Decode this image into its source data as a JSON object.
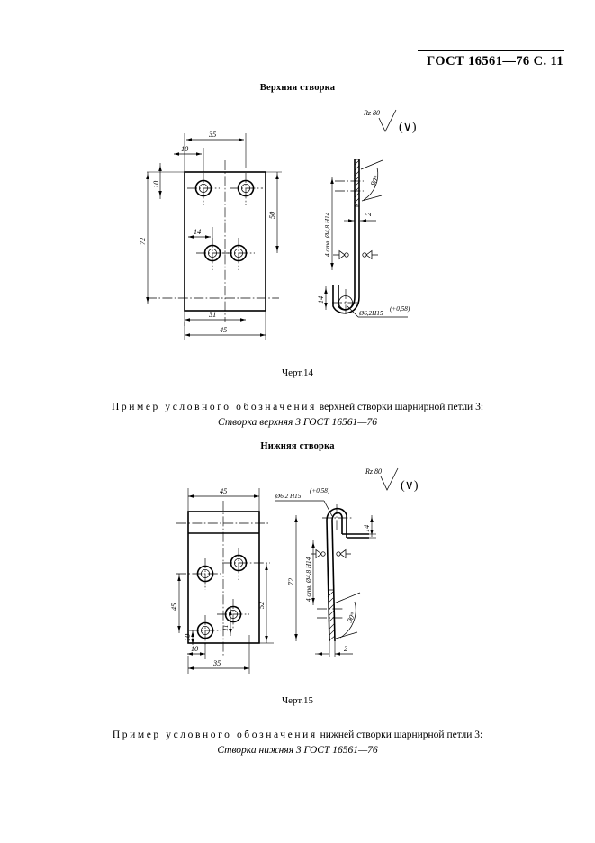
{
  "header": {
    "standard": "ГОСТ 16561—76 С. 11"
  },
  "sections": {
    "top": {
      "title": "Верхняя створка",
      "figure_caption": "Черт.14",
      "example_prefix": "Пример  условного  обозначения",
      "example_suffix": "верхней створки шарнирной петли 3:",
      "example_designation": "Створка верхняя 3 ГОСТ 16561—76",
      "surface_finish": "Rz 80",
      "surface_finish_bracket": "(∨)",
      "surface_symbol": "∨",
      "dimensions": {
        "width_total": "45",
        "width_inner": "35",
        "width_31": "31",
        "edge_10": "10",
        "top_10": "10",
        "height_72": "72",
        "height_50": "50",
        "hole_offset_14": "14"
      },
      "side_view_labels": {
        "holes_note": "4 отв. Ø4,8 Н14",
        "angle": "90°",
        "thickness": "2",
        "fold_height": "14",
        "barrel_dia": "Ø6,2Н15",
        "barrel_tol": "(+0,58)"
      }
    },
    "bottom": {
      "title": "Нижняя створка",
      "figure_caption": "Черт.15",
      "example_prefix": "Пример  условного  обозначения",
      "example_suffix": "нижней створки шарнирной петли 3:",
      "example_designation": "Створка нижняя 3 ГОСТ 16561—76",
      "surface_finish": "Rz 80",
      "surface_finish_bracket": "(∨)",
      "surface_symbol": "∨",
      "dimensions": {
        "width_total": "45",
        "width_35": "35",
        "edge_10": "10",
        "bottom_10": "10",
        "height_45": "45",
        "height_52": "52",
        "height_72": "72",
        "hole_offset_11": "11"
      },
      "side_view_labels": {
        "barrel_dia": "Ø6,2 Н15",
        "barrel_tol": "(+0,58)",
        "holes_note": "4 отв. Ø4,8 Н14",
        "angle": "90°",
        "thickness": "2",
        "fold_height": "14"
      }
    }
  },
  "colors": {
    "ink": "#000000",
    "paper": "#ffffff"
  }
}
